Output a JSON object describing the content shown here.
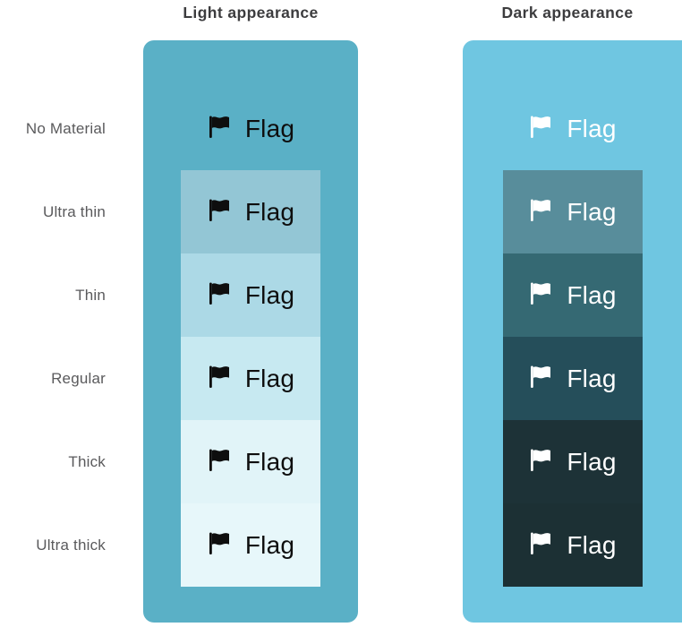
{
  "headers": {
    "light": "Light appearance",
    "dark": "Dark appearance"
  },
  "flag_label": "Flag",
  "row_labels": [
    "No Material",
    "Ultra thin",
    "Thin",
    "Regular",
    "Thick",
    "Ultra thick"
  ],
  "colors": {
    "page_background": "#ffffff",
    "header_text": "#3c3c3e",
    "row_label_text": "#5a5a5c",
    "light_content_text": "#0e0e0e",
    "dark_content_text": "#ffffff"
  },
  "columns": {
    "light": {
      "background": "#5ab0c6",
      "materials": [
        {
          "label": "No Material",
          "color": "transparent"
        },
        {
          "label": "Ultra thin",
          "color": "#93c6d5"
        },
        {
          "label": "Thin",
          "color": "#acd9e6"
        },
        {
          "label": "Regular",
          "color": "#c7e9f1"
        },
        {
          "label": "Thick",
          "color": "#e1f4f8"
        },
        {
          "label": "Ultra thick",
          "color": "#e7f7fa"
        }
      ]
    },
    "dark": {
      "background": "#6fc6e1",
      "materials": [
        {
          "label": "No Material",
          "color": "transparent"
        },
        {
          "label": "Ultra thin",
          "color": "#588d9b"
        },
        {
          "label": "Thin",
          "color": "#356973"
        },
        {
          "label": "Regular",
          "color": "#254e5a"
        },
        {
          "label": "Thick",
          "color": "#1d3237"
        },
        {
          "label": "Ultra thick",
          "color": "#1c3034"
        }
      ]
    }
  }
}
